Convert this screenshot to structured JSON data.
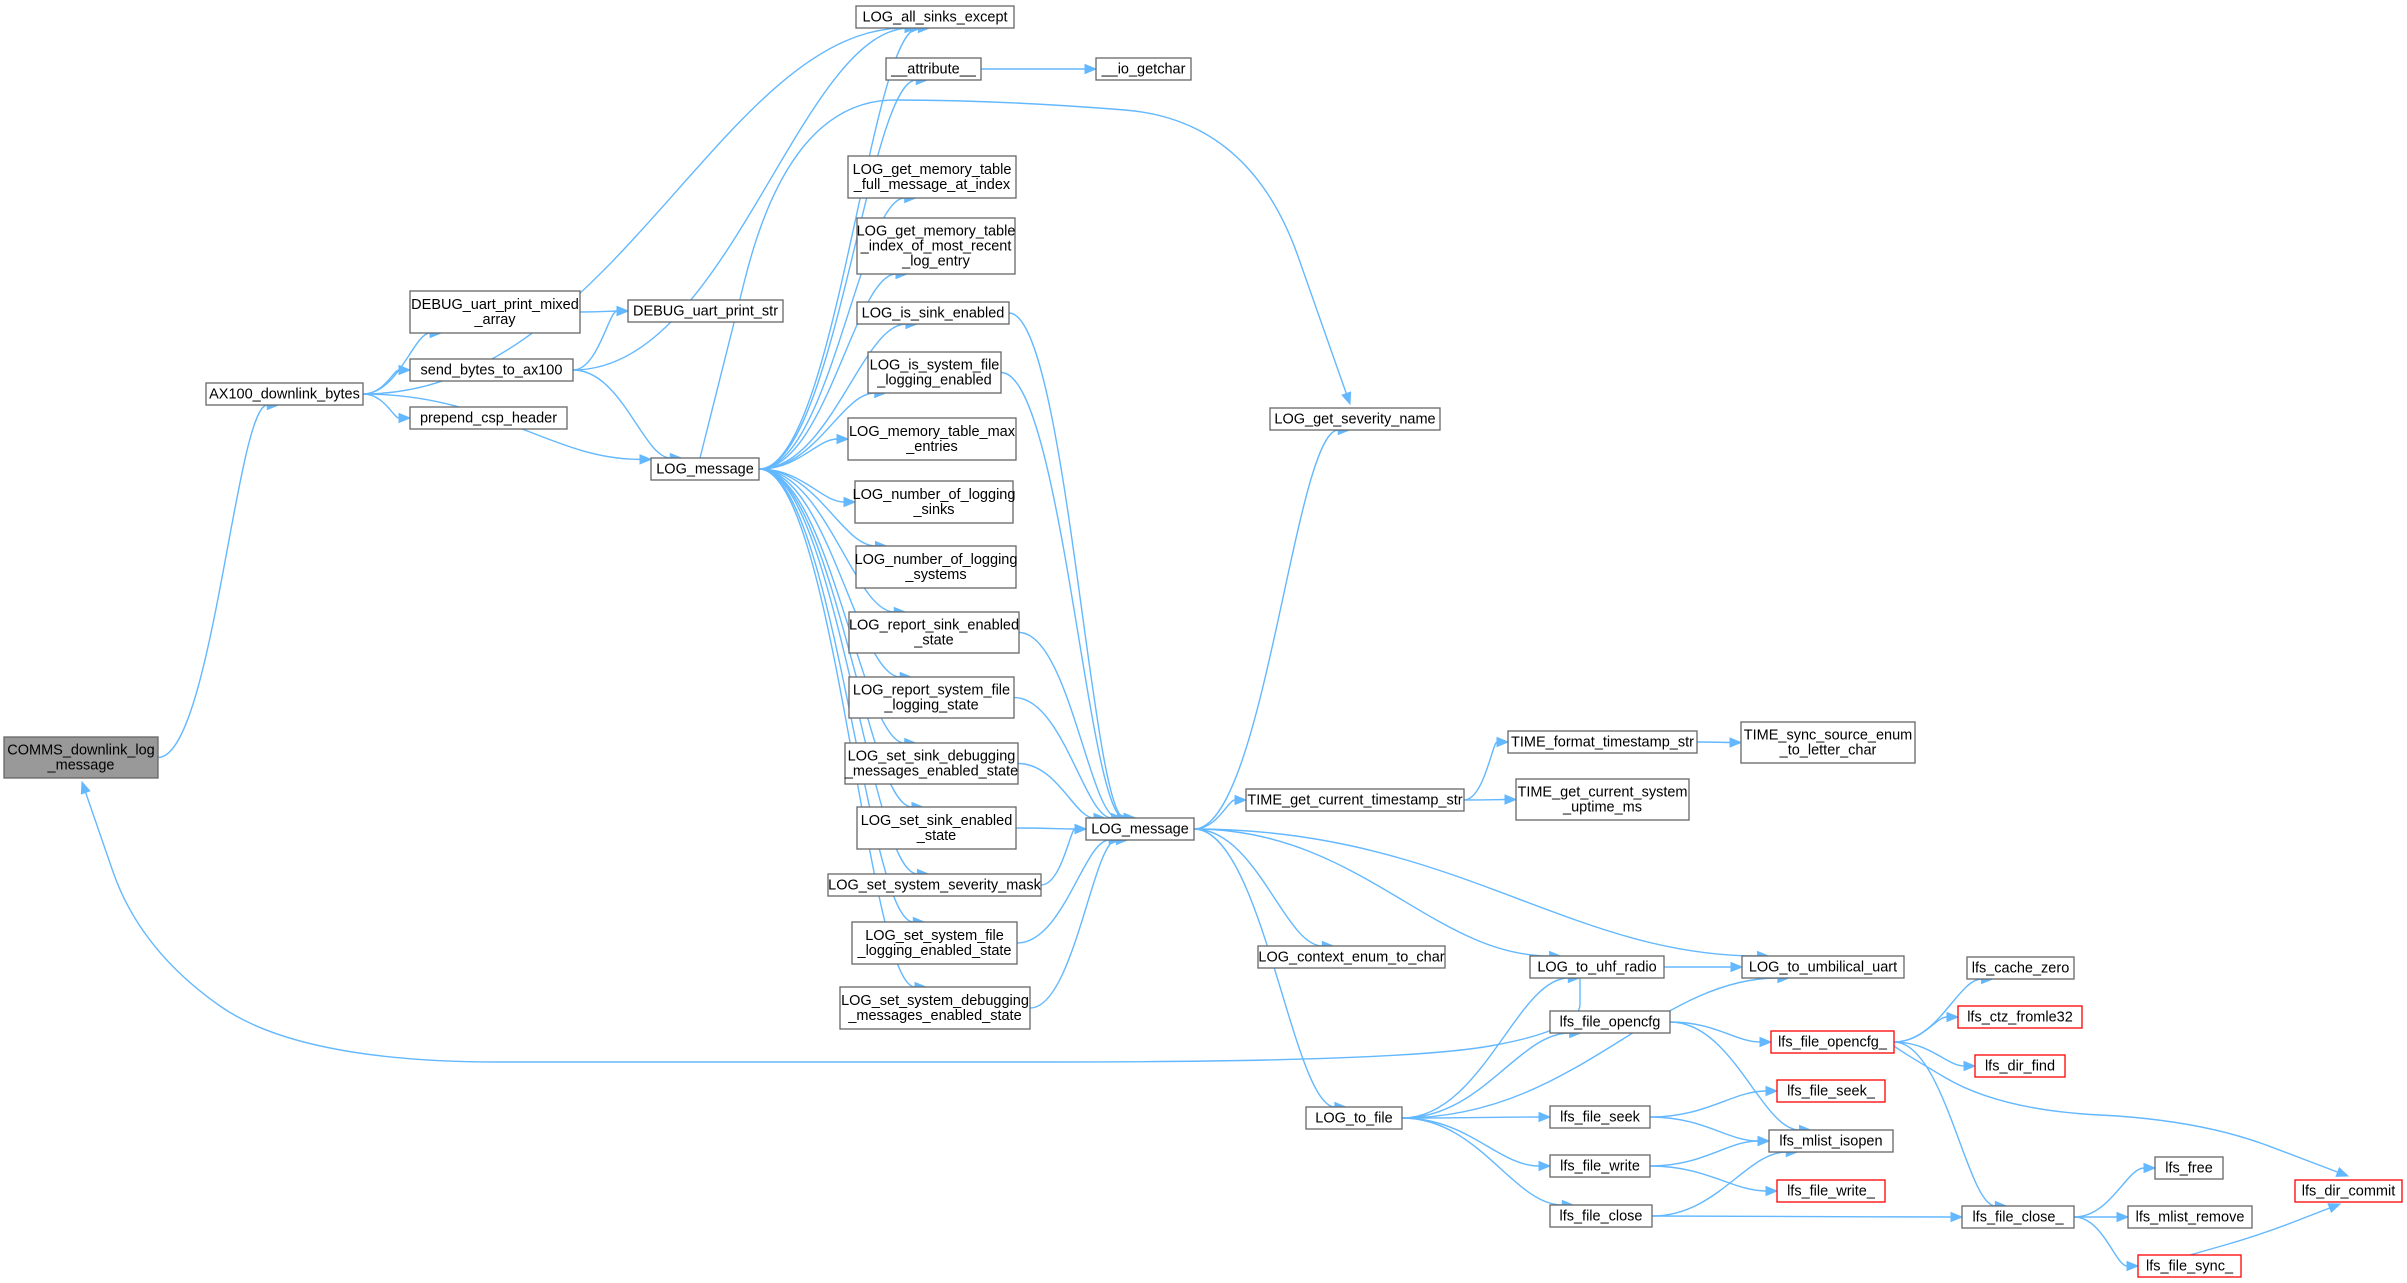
{
  "colors": {
    "edge": "#63b8ff",
    "border": "#666666",
    "border_incomplete": "#ff0000",
    "root_fill": "#999999"
  },
  "nodes": [
    {
      "id": "comms_downlink_log_message",
      "lines": [
        "COMMS_downlink_log",
        "_message"
      ],
      "kind": "root"
    },
    {
      "id": "ax100_downlink_bytes",
      "lines": [
        "AX100_downlink_bytes"
      ]
    },
    {
      "id": "debug_uart_print_mixed_array",
      "lines": [
        "DEBUG_uart_print_mixed",
        "_array"
      ]
    },
    {
      "id": "send_bytes_to_ax100",
      "lines": [
        "send_bytes_to_ax100"
      ]
    },
    {
      "id": "prepend_csp_header",
      "lines": [
        "prepend_csp_header"
      ]
    },
    {
      "id": "debug_uart_print_str",
      "lines": [
        "DEBUG_uart_print_str"
      ]
    },
    {
      "id": "log_message_1",
      "lines": [
        "LOG_message"
      ]
    },
    {
      "id": "log_all_sinks_except",
      "lines": [
        "LOG_all_sinks_except"
      ]
    },
    {
      "id": "attribute",
      "lines": [
        "__attribute__"
      ]
    },
    {
      "id": "io_getchar",
      "lines": [
        "__io_getchar"
      ]
    },
    {
      "id": "log_get_memory_table_full_message_at_index",
      "lines": [
        "LOG_get_memory_table",
        "_full_message_at_index"
      ]
    },
    {
      "id": "log_get_memory_table_index_of_most_recent_log_entry",
      "lines": [
        "LOG_get_memory_table",
        "_index_of_most_recent",
        "_log_entry"
      ]
    },
    {
      "id": "log_is_sink_enabled",
      "lines": [
        "LOG_is_sink_enabled"
      ]
    },
    {
      "id": "log_is_system_file_logging_enabled",
      "lines": [
        "LOG_is_system_file",
        "_logging_enabled"
      ]
    },
    {
      "id": "log_memory_table_max_entries",
      "lines": [
        "LOG_memory_table_max",
        "_entries"
      ]
    },
    {
      "id": "log_number_of_logging_sinks",
      "lines": [
        "LOG_number_of_logging",
        "_sinks"
      ]
    },
    {
      "id": "log_number_of_logging_systems",
      "lines": [
        "LOG_number_of_logging",
        "_systems"
      ]
    },
    {
      "id": "log_report_sink_enabled_state",
      "lines": [
        "LOG_report_sink_enabled",
        "_state"
      ]
    },
    {
      "id": "log_report_system_file_logging_state",
      "lines": [
        "LOG_report_system_file",
        "_logging_state"
      ]
    },
    {
      "id": "log_set_sink_debugging_messages_enabled_state",
      "lines": [
        "LOG_set_sink_debugging",
        "_messages_enabled_state"
      ]
    },
    {
      "id": "log_set_sink_enabled_state",
      "lines": [
        "LOG_set_sink_enabled",
        "_state"
      ]
    },
    {
      "id": "log_set_system_severity_mask",
      "lines": [
        "LOG_set_system_severity_mask"
      ]
    },
    {
      "id": "log_set_system_file_logging_enabled_state",
      "lines": [
        "LOG_set_system_file",
        "_logging_enabled_state"
      ]
    },
    {
      "id": "log_set_system_debugging_messages_enabled_state",
      "lines": [
        "LOG_set_system_debugging",
        "_messages_enabled_state"
      ]
    },
    {
      "id": "log_get_severity_name",
      "lines": [
        "LOG_get_severity_name"
      ]
    },
    {
      "id": "log_message_2",
      "lines": [
        "LOG_message"
      ]
    },
    {
      "id": "time_get_current_timestamp_str",
      "lines": [
        "TIME_get_current_timestamp_str"
      ]
    },
    {
      "id": "time_format_timestamp_str",
      "lines": [
        "TIME_format_timestamp_str"
      ]
    },
    {
      "id": "time_sync_source_enum_to_letter_char",
      "lines": [
        "TIME_sync_source_enum",
        "_to_letter_char"
      ]
    },
    {
      "id": "time_get_current_system_uptime_ms",
      "lines": [
        "TIME_get_current_system",
        "_uptime_ms"
      ]
    },
    {
      "id": "log_context_enum_to_char",
      "lines": [
        "LOG_context_enum_to_char"
      ]
    },
    {
      "id": "log_to_uhf_radio",
      "lines": [
        "LOG_to_uhf_radio"
      ]
    },
    {
      "id": "log_to_umbilical_uart",
      "lines": [
        "LOG_to_umbilical_uart"
      ]
    },
    {
      "id": "log_to_file",
      "lines": [
        "LOG_to_file"
      ]
    },
    {
      "id": "lfs_file_opencfg",
      "lines": [
        "lfs_file_opencfg"
      ]
    },
    {
      "id": "lfs_file_seek",
      "lines": [
        "lfs_file_seek"
      ]
    },
    {
      "id": "lfs_file_write",
      "lines": [
        "lfs_file_write"
      ]
    },
    {
      "id": "lfs_file_close",
      "lines": [
        "lfs_file_close"
      ]
    },
    {
      "id": "lfs_file_opencfg_",
      "lines": [
        "lfs_file_opencfg_"
      ],
      "kind": "incomplete"
    },
    {
      "id": "lfs_file_seek_",
      "lines": [
        "lfs_file_seek_"
      ],
      "kind": "incomplete"
    },
    {
      "id": "lfs_mlist_isopen",
      "lines": [
        "lfs_mlist_isopen"
      ]
    },
    {
      "id": "lfs_file_write_",
      "lines": [
        "lfs_file_write_"
      ],
      "kind": "incomplete"
    },
    {
      "id": "lfs_cache_zero",
      "lines": [
        "lfs_cache_zero"
      ]
    },
    {
      "id": "lfs_ctz_fromle32",
      "lines": [
        "lfs_ctz_fromle32"
      ],
      "kind": "incomplete"
    },
    {
      "id": "lfs_dir_find",
      "lines": [
        "lfs_dir_find"
      ],
      "kind": "incomplete"
    },
    {
      "id": "lfs_file_close_",
      "lines": [
        "lfs_file_close_"
      ]
    },
    {
      "id": "lfs_free",
      "lines": [
        "lfs_free"
      ]
    },
    {
      "id": "lfs_mlist_remove",
      "lines": [
        "lfs_mlist_remove"
      ]
    },
    {
      "id": "lfs_file_sync_",
      "lines": [
        "lfs_file_sync_"
      ],
      "kind": "incomplete"
    },
    {
      "id": "lfs_dir_commit",
      "lines": [
        "lfs_dir_commit"
      ],
      "kind": "incomplete"
    }
  ],
  "edges": [
    {
      "from": "comms_downlink_log_message",
      "to": "ax100_downlink_bytes"
    },
    {
      "from": "ax100_downlink_bytes",
      "to": "debug_uart_print_mixed_array"
    },
    {
      "from": "ax100_downlink_bytes",
      "to": "log_all_sinks_except"
    },
    {
      "from": "ax100_downlink_bytes",
      "to": "send_bytes_to_ax100"
    },
    {
      "from": "ax100_downlink_bytes",
      "to": "prepend_csp_header"
    },
    {
      "from": "ax100_downlink_bytes",
      "to": "log_message_1"
    },
    {
      "from": "debug_uart_print_mixed_array",
      "to": "debug_uart_print_str"
    },
    {
      "from": "send_bytes_to_ax100",
      "to": "debug_uart_print_str"
    },
    {
      "from": "send_bytes_to_ax100",
      "to": "log_all_sinks_except"
    },
    {
      "from": "send_bytes_to_ax100",
      "to": "log_message_1"
    },
    {
      "from": "attribute",
      "to": "io_getchar"
    },
    {
      "from": "log_message_1",
      "to": "log_all_sinks_except"
    },
    {
      "from": "log_message_1",
      "to": "attribute"
    },
    {
      "from": "log_message_1",
      "to": "log_get_severity_name"
    },
    {
      "from": "log_message_1",
      "to": "log_get_memory_table_full_message_at_index"
    },
    {
      "from": "log_message_1",
      "to": "log_get_memory_table_index_of_most_recent_log_entry"
    },
    {
      "from": "log_message_1",
      "to": "log_is_sink_enabled"
    },
    {
      "from": "log_message_1",
      "to": "log_is_system_file_logging_enabled"
    },
    {
      "from": "log_message_1",
      "to": "log_memory_table_max_entries"
    },
    {
      "from": "log_message_1",
      "to": "log_number_of_logging_sinks"
    },
    {
      "from": "log_message_1",
      "to": "log_number_of_logging_systems"
    },
    {
      "from": "log_message_1",
      "to": "log_report_sink_enabled_state"
    },
    {
      "from": "log_message_1",
      "to": "log_report_system_file_logging_state"
    },
    {
      "from": "log_message_1",
      "to": "log_set_sink_debugging_messages_enabled_state"
    },
    {
      "from": "log_message_1",
      "to": "log_set_sink_enabled_state"
    },
    {
      "from": "log_message_1",
      "to": "log_set_system_severity_mask"
    },
    {
      "from": "log_message_1",
      "to": "log_set_system_file_logging_enabled_state"
    },
    {
      "from": "log_message_1",
      "to": "log_set_system_debugging_messages_enabled_state"
    },
    {
      "from": "log_is_sink_enabled",
      "to": "log_message_2"
    },
    {
      "from": "log_is_system_file_logging_enabled",
      "to": "log_message_2"
    },
    {
      "from": "log_report_sink_enabled_state",
      "to": "log_message_2"
    },
    {
      "from": "log_report_system_file_logging_state",
      "to": "log_message_2"
    },
    {
      "from": "log_set_sink_debugging_messages_enabled_state",
      "to": "log_message_2"
    },
    {
      "from": "log_set_sink_enabled_state",
      "to": "log_message_2"
    },
    {
      "from": "log_set_system_severity_mask",
      "to": "log_message_2"
    },
    {
      "from": "log_set_system_file_logging_enabled_state",
      "to": "log_message_2"
    },
    {
      "from": "log_set_system_debugging_messages_enabled_state",
      "to": "log_message_2"
    },
    {
      "from": "log_message_2",
      "to": "log_get_severity_name"
    },
    {
      "from": "log_message_2",
      "to": "time_get_current_timestamp_str"
    },
    {
      "from": "log_message_2",
      "to": "log_context_enum_to_char"
    },
    {
      "from": "log_message_2",
      "to": "log_to_uhf_radio"
    },
    {
      "from": "log_message_2",
      "to": "log_to_umbilical_uart"
    },
    {
      "from": "log_message_2",
      "to": "log_to_file"
    },
    {
      "from": "time_get_current_timestamp_str",
      "to": "time_format_timestamp_str"
    },
    {
      "from": "time_get_current_timestamp_str",
      "to": "time_get_current_system_uptime_ms"
    },
    {
      "from": "time_format_timestamp_str",
      "to": "time_sync_source_enum_to_letter_char"
    },
    {
      "from": "log_to_uhf_radio",
      "to": "log_to_umbilical_uart"
    },
    {
      "from": "log_to_uhf_radio",
      "to": "comms_downlink_log_message"
    },
    {
      "from": "log_to_file",
      "to": "log_to_uhf_radio"
    },
    {
      "from": "log_to_file",
      "to": "log_to_umbilical_uart"
    },
    {
      "from": "log_to_file",
      "to": "lfs_file_opencfg"
    },
    {
      "from": "log_to_file",
      "to": "lfs_file_seek"
    },
    {
      "from": "log_to_file",
      "to": "lfs_file_write"
    },
    {
      "from": "log_to_file",
      "to": "lfs_file_close"
    },
    {
      "from": "lfs_file_opencfg",
      "to": "lfs_file_opencfg_"
    },
    {
      "from": "lfs_file_opencfg",
      "to": "lfs_mlist_isopen"
    },
    {
      "from": "lfs_file_seek",
      "to": "lfs_file_seek_"
    },
    {
      "from": "lfs_file_seek",
      "to": "lfs_mlist_isopen"
    },
    {
      "from": "lfs_file_write",
      "to": "lfs_mlist_isopen"
    },
    {
      "from": "lfs_file_write",
      "to": "lfs_file_write_"
    },
    {
      "from": "lfs_file_close",
      "to": "lfs_mlist_isopen"
    },
    {
      "from": "lfs_file_close",
      "to": "lfs_file_close_"
    },
    {
      "from": "lfs_file_opencfg_",
      "to": "lfs_cache_zero"
    },
    {
      "from": "lfs_file_opencfg_",
      "to": "lfs_ctz_fromle32"
    },
    {
      "from": "lfs_file_opencfg_",
      "to": "lfs_dir_find"
    },
    {
      "from": "lfs_file_opencfg_",
      "to": "lfs_dir_commit"
    },
    {
      "from": "lfs_file_opencfg_",
      "to": "lfs_file_close_"
    },
    {
      "from": "lfs_file_close_",
      "to": "lfs_free"
    },
    {
      "from": "lfs_file_close_",
      "to": "lfs_mlist_remove"
    },
    {
      "from": "lfs_file_close_",
      "to": "lfs_file_sync_"
    },
    {
      "from": "lfs_file_sync_",
      "to": "lfs_dir_commit"
    }
  ]
}
